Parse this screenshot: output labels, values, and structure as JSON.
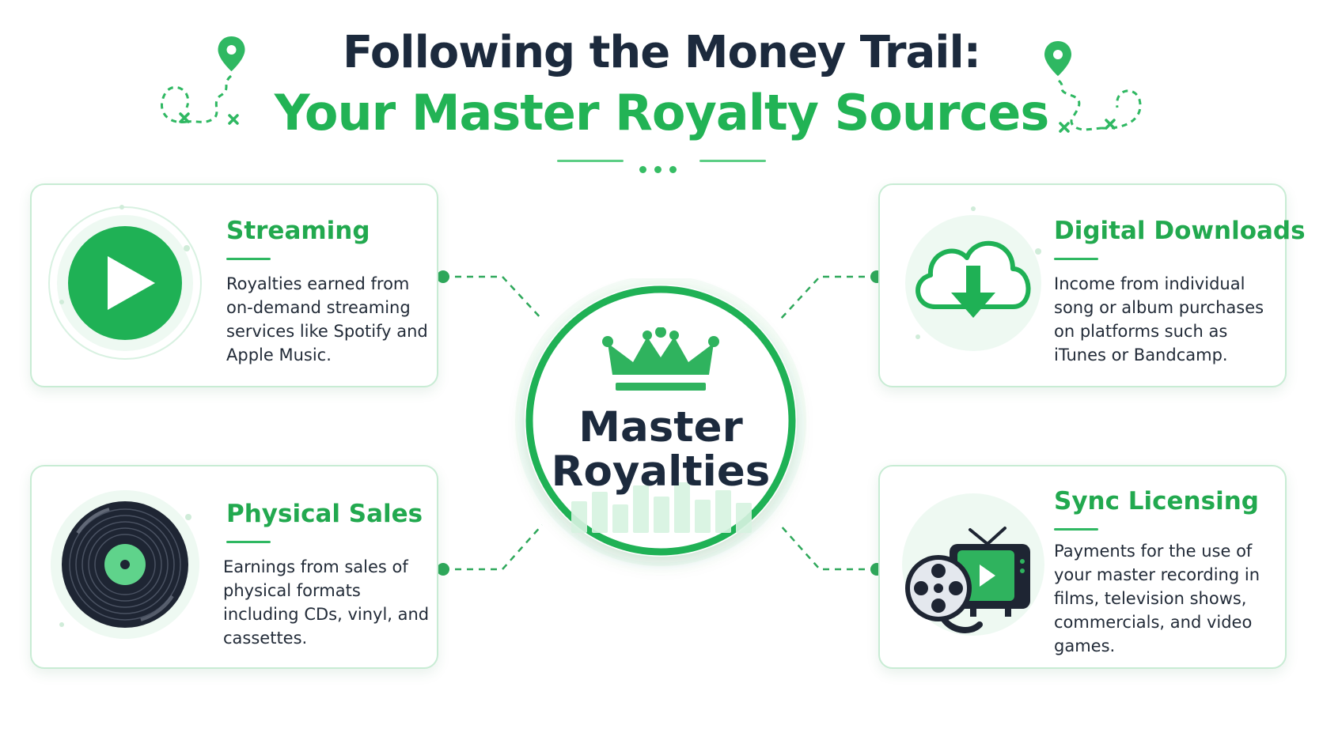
{
  "header": {
    "title_line1": "Following the Money Trail:",
    "title_line2": "Your Master Royalty Sources"
  },
  "center": {
    "line1": "Master",
    "line2": "Royalties",
    "icon": "crown-icon"
  },
  "cards": {
    "streaming": {
      "title": "Streaming",
      "desc": "Royalties earned from on-demand streaming services like Spotify and Apple Music.",
      "icon": "play-icon"
    },
    "downloads": {
      "title": "Digital Downloads",
      "desc": "Income from individual song or album purchases on platforms such as iTunes or Bandcamp.",
      "icon": "cloud-download-icon"
    },
    "physical": {
      "title": "Physical Sales",
      "desc": "Earnings from sales of physical formats including CDs, vinyl, and cassettes.",
      "icon": "vinyl-record-icon"
    },
    "sync": {
      "title": "Sync Licensing",
      "desc": "Payments for the use of your master recording in films, television shows, commercials, and video games.",
      "icon": "film-tv-icon"
    }
  },
  "colors": {
    "brand_green": "#22b355",
    "dark_navy": "#1c2a3d",
    "light_green": "#e6f7ec"
  }
}
